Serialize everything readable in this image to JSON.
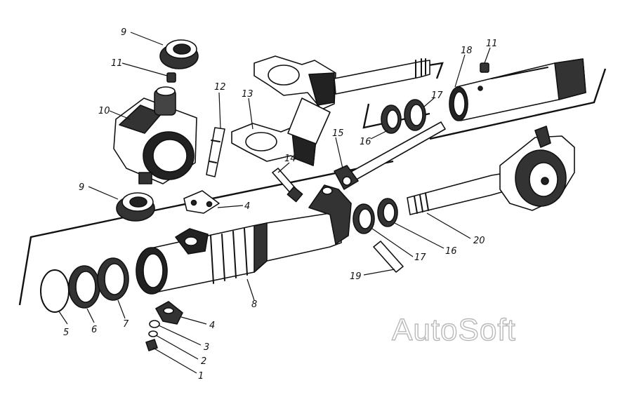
{
  "watermark": "AutoSoft",
  "callouts": [
    "1",
    "2",
    "3",
    "4",
    "4",
    "5",
    "6",
    "7",
    "8",
    "9",
    "9",
    "10",
    "11",
    "11",
    "12",
    "13",
    "14",
    "15",
    "16",
    "16",
    "17",
    "17",
    "18",
    "19",
    "20"
  ],
  "colors": {
    "ink": "#111111",
    "paper": "#ffffff",
    "watermark_outline": "#b9b9b9"
  }
}
